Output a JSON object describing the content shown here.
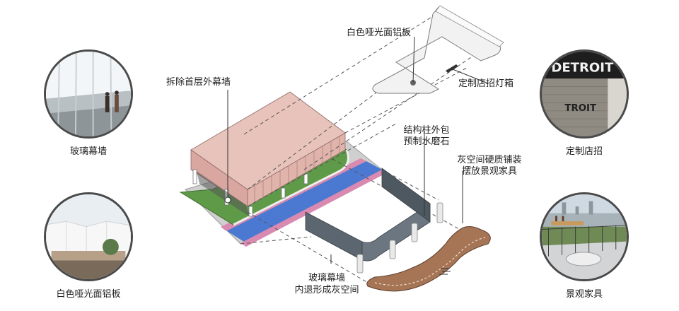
{
  "annotations": {
    "top_panel": "白色哑光面铝板",
    "lightbox": "定制店招灯箱",
    "demolish": "拆除首层外幕墙",
    "column_line1": "结构柱外包",
    "column_line2": "预制水磨石",
    "grey_line1": "灰空间硬质铺装",
    "grey_line2": "摆放景观家具",
    "glass_line1": "玻璃幕墙",
    "glass_line2": "内退形成灰空间"
  },
  "photos": {
    "glass_wall": "玻璃幕墙",
    "aluminum": "白色哑光面铝板",
    "signage": "定制店招",
    "furniture": "景观家具"
  },
  "sign_text": {
    "main": "DETROIT",
    "partial": "TROIT"
  },
  "colors": {
    "building_roof": "#e8c3bc",
    "building_wall": "#d9a79f",
    "lawn": "#5e9a48",
    "path_blue": "#3c6fd0",
    "path_pink": "#d88ab0",
    "glass": "#5b6670",
    "paving": "#a67556",
    "dash": "#555555"
  }
}
